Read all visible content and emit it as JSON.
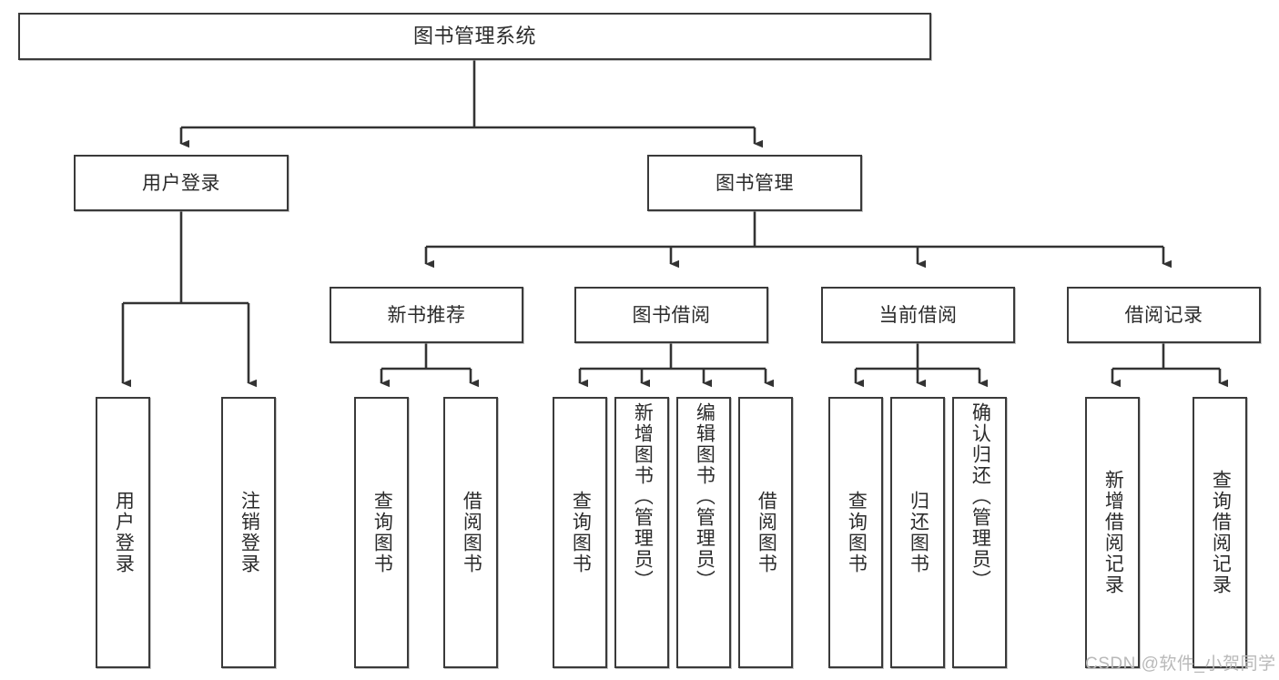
{
  "diagram": {
    "type": "tree",
    "title": "图书管理系统",
    "watermark": "CSDN @软件_小贺同学",
    "colors": {
      "stroke": "#3a3a3a",
      "fill": "#ffffff",
      "text": "#2b2b2b",
      "watermark": "#b9b9b9"
    },
    "levels": {
      "root": {
        "label": "图书管理系统"
      },
      "level2": [
        {
          "label": "用户登录"
        },
        {
          "label": "图书管理"
        }
      ],
      "level3": [
        {
          "label": "新书推荐"
        },
        {
          "label": "图书借阅"
        },
        {
          "label": "当前借阅"
        },
        {
          "label": "借阅记录"
        }
      ],
      "leaves": {
        "user_login": [
          {
            "label": "用户登录"
          },
          {
            "label": "注销登录"
          }
        ],
        "new_book_recommend": [
          {
            "label": "查询图书"
          },
          {
            "label": "借阅图书"
          }
        ],
        "book_borrow": [
          {
            "label": "查询图书"
          },
          {
            "label": "新增图书（管理员）"
          },
          {
            "label": "编辑图书（管理员）"
          },
          {
            "label": "借阅图书"
          }
        ],
        "current_borrow": [
          {
            "label": "查询图书"
          },
          {
            "label": "归还图书"
          },
          {
            "label": "确认归还（管理员）"
          }
        ],
        "borrow_record": [
          {
            "label": "新增借阅记录"
          },
          {
            "label": "查询借阅记录"
          }
        ]
      }
    }
  }
}
